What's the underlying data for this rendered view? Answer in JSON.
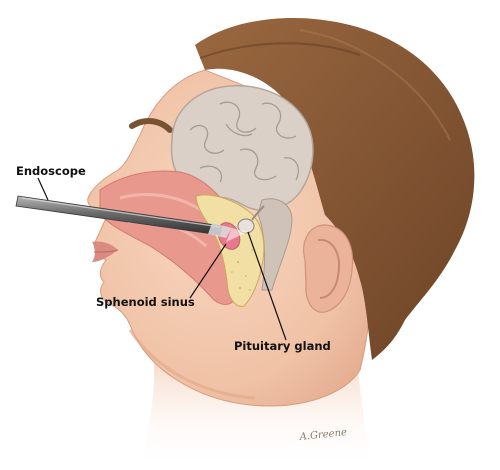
{
  "labels": {
    "endoscope": "Endoscope",
    "sphenoid_sinus": "Sphenoid sinus",
    "pituitary_gland": "Pituitary gland"
  },
  "signature": "A.Greene",
  "colors": {
    "skin": "#f3c9ae",
    "skin_shadow": "#e0a98c",
    "hair": "#8a5a34",
    "hair_dark": "#6a4124",
    "brain": "#d9cfc7",
    "brain_line": "#a99c92",
    "nasal_cavity": "#e89a90",
    "bone": "#f1dfa3",
    "sinus": "#e8798a",
    "endoscope": "#6e6e6e",
    "leader_line": "#111111"
  }
}
